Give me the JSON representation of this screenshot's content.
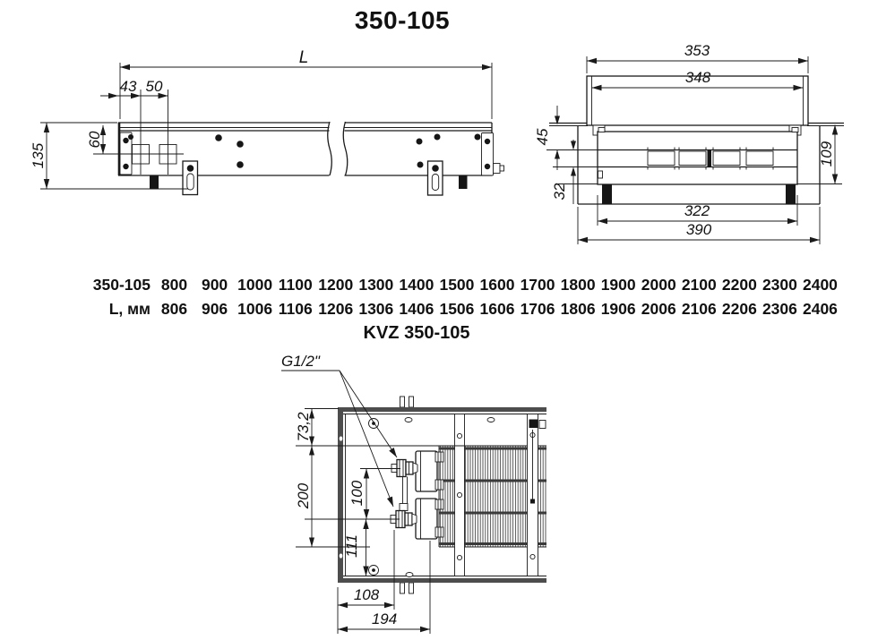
{
  "title": "350-105",
  "caption": "KVZ 350-105",
  "side_view": {
    "length_label": "L",
    "dim_43": "43",
    "dim_50": "50",
    "dim_60": "60",
    "dim_135": "135"
  },
  "end_view": {
    "dim_353": "353",
    "dim_348": "348",
    "dim_45": "45",
    "dim_32": "32",
    "dim_109": "109",
    "dim_322": "322",
    "dim_390": "390"
  },
  "plan_view": {
    "connection_label": "G1/2\"",
    "dim_73_2": "73,2",
    "dim_200": "200",
    "dim_100": "100",
    "dim_111": "111",
    "dim_108": "108",
    "dim_194": "194"
  },
  "table": {
    "model_row": {
      "label": "350-105",
      "values": [
        "800",
        "900",
        "1000",
        "1100",
        "1200",
        "1300",
        "1400",
        "1500",
        "1600",
        "1700",
        "1800",
        "1900",
        "2000",
        "2100",
        "2200",
        "2300",
        "2400"
      ]
    },
    "length_row": {
      "label": "L, мм",
      "values": [
        "806",
        "906",
        "1006",
        "1106",
        "1206",
        "1306",
        "1406",
        "1506",
        "1606",
        "1706",
        "1806",
        "1906",
        "2006",
        "2106",
        "2206",
        "2306",
        "2406"
      ]
    }
  },
  "colors": {
    "line": "#1a1a1a",
    "dark_fill": "#4d4d4d"
  }
}
